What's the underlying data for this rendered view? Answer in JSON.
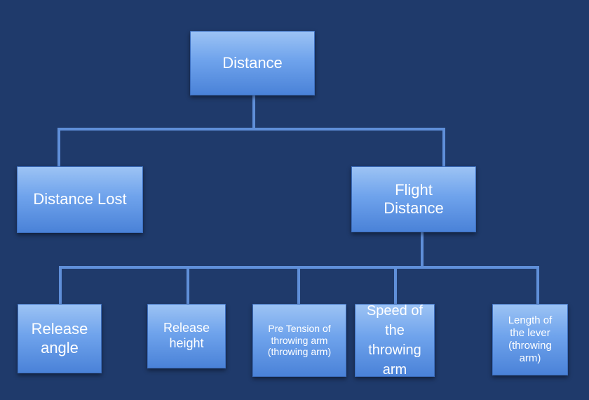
{
  "colors": {
    "background": "#1f3a6b",
    "connector": "#5f8fd9",
    "box_top": "#9cc3f4",
    "box_bottom": "#4a82d8",
    "text": "#ffffff"
  },
  "nodes": {
    "distance": "Distance",
    "distance_lost": "Distance Lost",
    "flight_distance": "Flight Distance",
    "release_angle": "Release angle",
    "release_height": "Release height",
    "pre_tension": "Pre Tension of throwing arm (throwing arm)",
    "speed_of_arm": "Speed of the throwing arm",
    "length_of_lever": "Length of the lever (throwing arm)"
  }
}
